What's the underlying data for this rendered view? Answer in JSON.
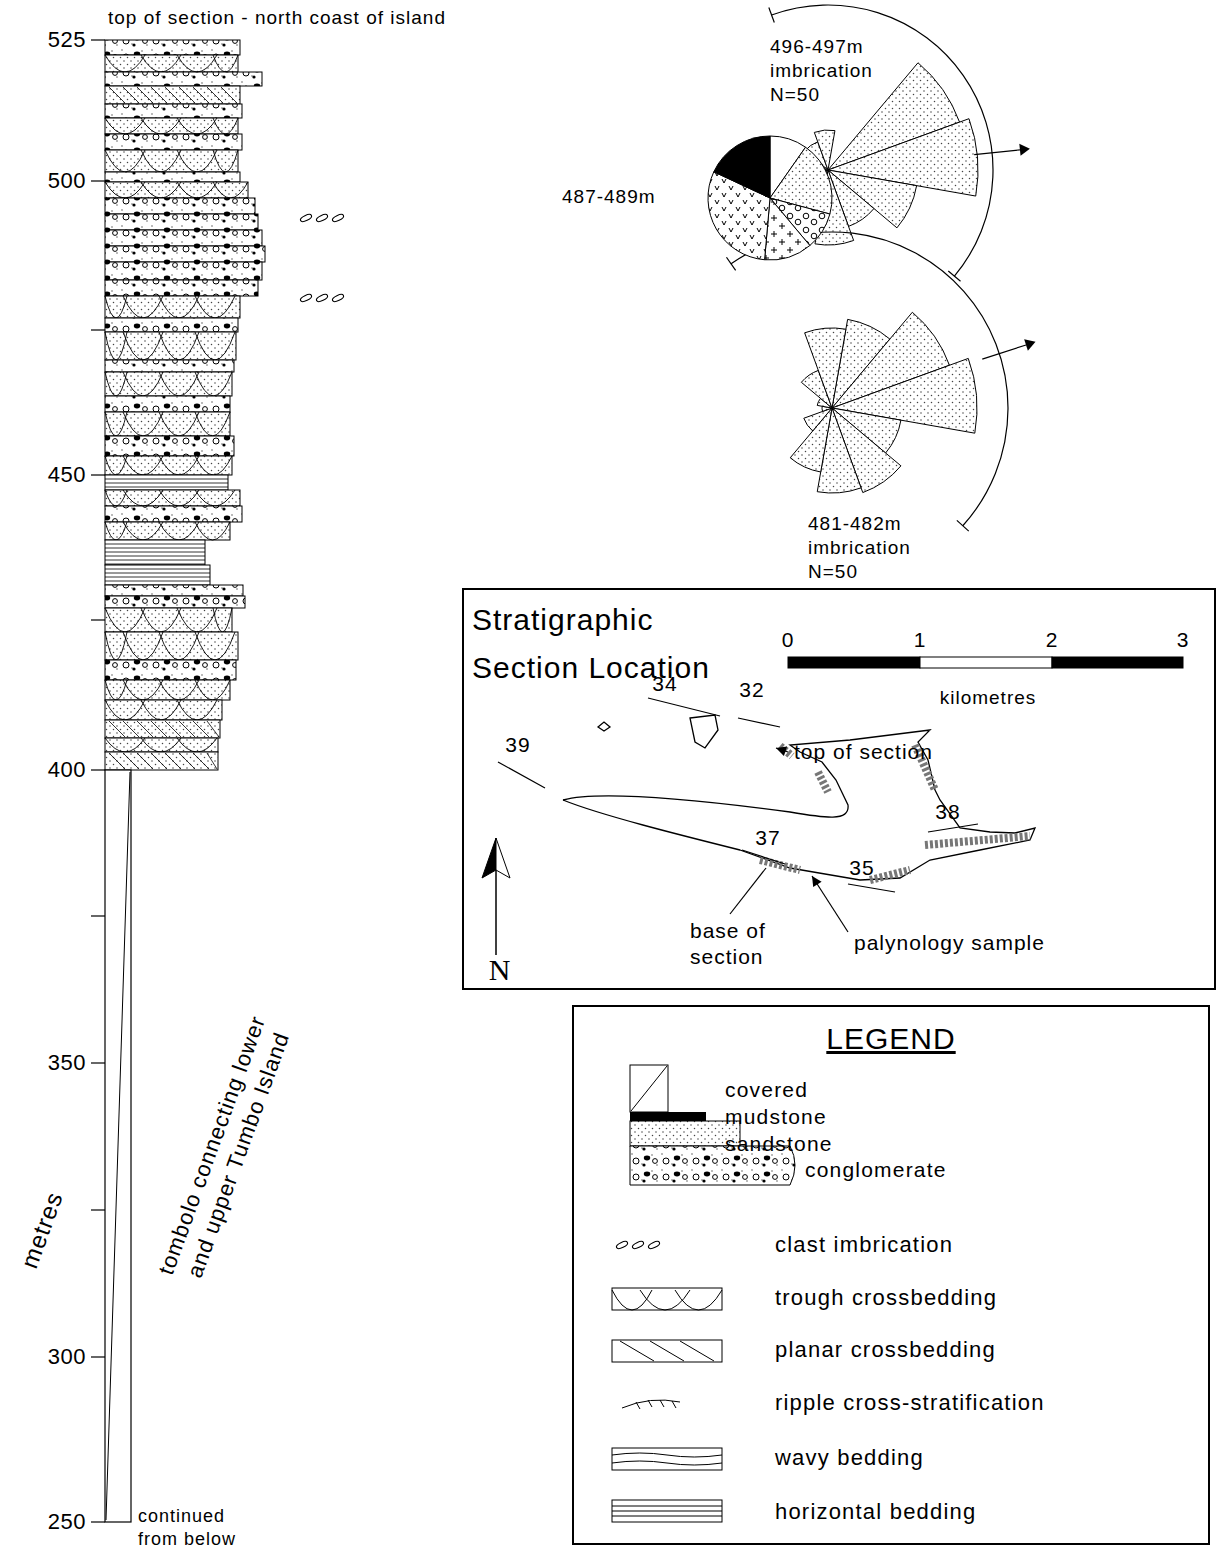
{
  "diagram": {
    "nodes": [
      {
        "text": [
          "Stratigraphic Section Location"
        ]
      },
      {
        "text": [
          "LEGEND"
        ]
      }
    ],
    "labels": [
      "top of section - north coast of island",
      "525",
      "500",
      "450",
      "400",
      "350",
      "300",
      "250",
      "metres",
      "tombolo connecting lower and upper Tumbo Island",
      "continued from below",
      "496-497m imbrication N=50",
      "487-489m",
      "481-482m imbrication N=50",
      "0",
      "1",
      "2",
      "3",
      "kilometres",
      "34",
      "32",
      "top of section",
      "39",
      "38",
      "37",
      "35",
      "base of section",
      "palynology sample",
      "N"
    ],
    "legend": [
      {
        "text": "covered"
      },
      {
        "text": "mudstone",
        "color": "#000000"
      },
      {
        "text": "sandstone"
      },
      {
        "text": "conglomerate"
      },
      {
        "text": "clast imbrication"
      },
      {
        "text": "trough crossbedding"
      },
      {
        "text": "planar crossbedding"
      },
      {
        "text": "ripple cross-stratification"
      },
      {
        "text": "wavy bedding"
      },
      {
        "text": "horizontal bedding"
      }
    ]
  }
}
